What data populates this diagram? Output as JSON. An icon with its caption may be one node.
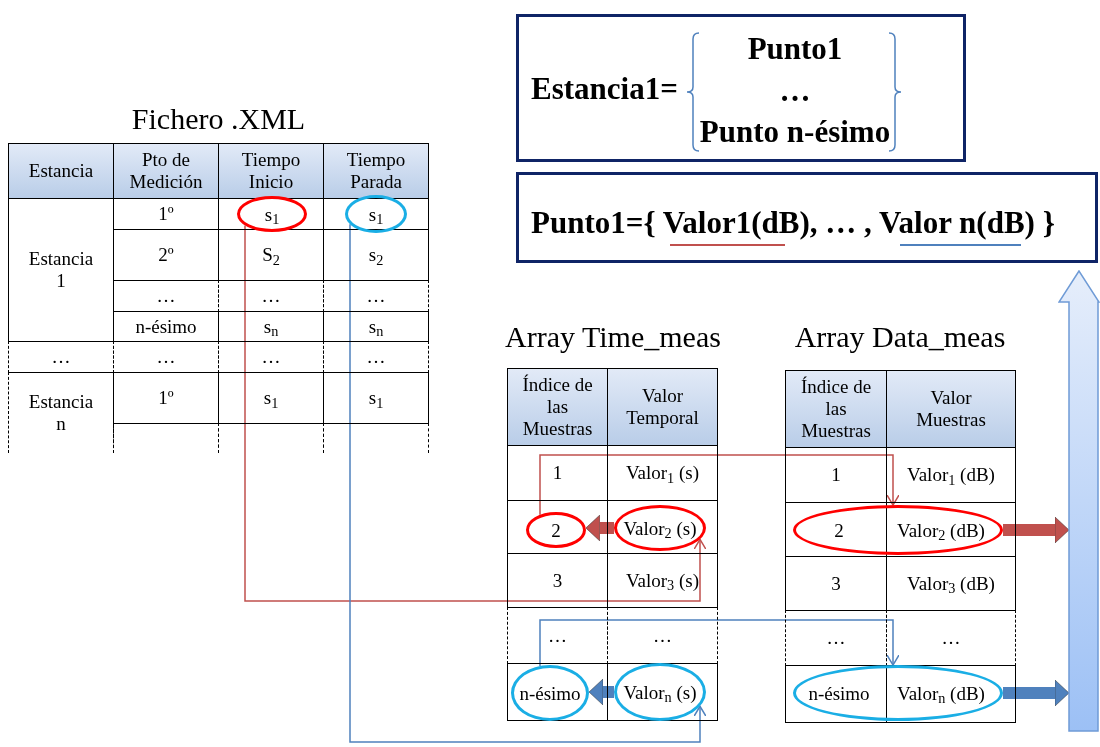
{
  "diagram": {
    "nodes": [
      {
        "text": [
          "Estancia1=",
          "Punto1",
          "…",
          "Punto n-ésimo"
        ]
      },
      {
        "text": [
          "Fichero .XML",
          "Estancia",
          "Pto de Medición",
          "Tiempo Inicio",
          "Tiempo Parada",
          "Estancia 1",
          "1º",
          "2º",
          "S$_{2}$",
          "s$_{2}$",
          "…",
          "…",
          "…",
          "n-ésimo",
          "s$_{n}$",
          "s$_{n}$",
          "…",
          "…",
          "…",
          "…",
          "Estancia n",
          "1º",
          "s$_{1}$",
          "s$_{1}$"
        ]
      },
      {
        "text": [
          "s$_{1}$"
        ],
        "in": 1
      },
      {
        "text": [
          "s$_{1}$"
        ],
        "in": 1
      },
      {
        "text": [
          "Punto1={ Valor1(dB), … , Valor n(dB) }"
        ]
      },
      {
        "text": [
          "Array Time_meas",
          "Índice de las Muestras",
          "Valor Temporal",
          "1",
          "Valor$_{1}$ (s)",
          "3",
          "Valor$_{3}$ (s)",
          "…",
          "…"
        ]
      },
      {
        "text": [
          "2"
        ],
        "in": 5
      },
      {
        "text": [
          "Valor$_{2}$ (s)"
        ],
        "in": 5
      },
      {
        "text": [
          "n-ésimo"
        ],
        "in": 5
      },
      {
        "text": [
          "Valor$_{n}$ (s)"
        ],
        "in": 5
      },
      {
        "text": [
          "Array Data_meas",
          "Índice de las Muestras",
          "Valor Muestras",
          "1",
          "Valor$_{1}$ (dB)",
          "3",
          "Valor$_{3}$ (dB)",
          "…",
          "…"
        ]
      },
      {
        "text": [
          "2",
          "Valor$_{2}$ (dB)"
        ],
        "in": 10
      },
      {
        "text": [
          "n-ésimo",
          "Valor$_{n}$ (dB)"
        ],
        "in": 10
      },
      {
        "text": [],
        "shape": "arrow"
      }
    ],
    "edges": [
      {
        "from": 2,
        "to": 7,
        "arrow": "to",
        "color": "#c0504d"
      },
      {
        "from": 3,
        "to": 9,
        "arrow": "to",
        "color": "#4f81bd"
      },
      {
        "from": 7,
        "to": 6,
        "arrow": "to",
        "style": "thick",
        "color": "#c0504d"
      },
      {
        "from": 6,
        "to": 11,
        "arrow": "to",
        "color": "#c0504d"
      },
      {
        "from": 9,
        "to": 8,
        "arrow": "to",
        "style": "thick",
        "color": "#4f81bd"
      },
      {
        "from": 8,
        "to": 12,
        "arrow": "to",
        "color": "#4f81bd"
      },
      {
        "from": 11,
        "to": 13,
        "arrow": "to",
        "style": "thick",
        "color": "#c0504d"
      },
      {
        "from": 12,
        "to": 13,
        "arrow": "to",
        "style": "thick",
        "color": "#4f81bd"
      }
    ]
  }
}
